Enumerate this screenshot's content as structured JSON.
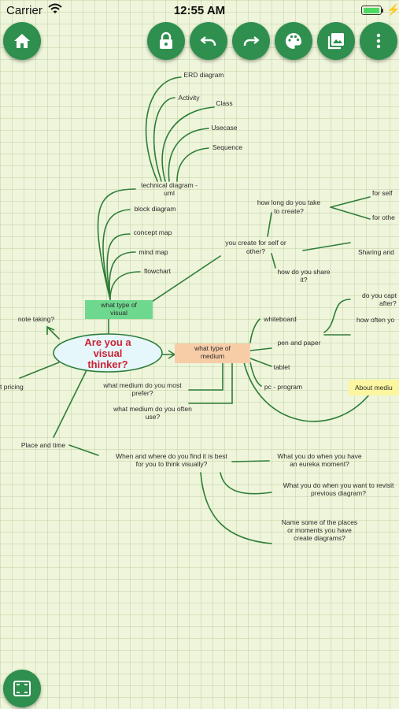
{
  "status": {
    "carrier": "Carrier",
    "time": "12:55 AM"
  },
  "toolbar": {
    "home": "home-icon",
    "lock": "lock-icon",
    "undo": "undo-icon",
    "redo": "redo-icon",
    "theme": "palette-icon",
    "gallery": "gallery-icon",
    "more": "more-vertical-icon",
    "fit": "fit-screen-icon"
  },
  "mindmap": {
    "root": [
      "Are you a",
      "visual",
      "thinker?"
    ],
    "visual_type": [
      "what type of",
      "visual"
    ],
    "technical": [
      "technical diagram -",
      "uml"
    ],
    "erd": "ERD diagram",
    "activity": "Activity",
    "class": "Class",
    "usecase": "Usecase",
    "sequence": "Sequence",
    "block": "block diagram",
    "concept": "concept map",
    "mind": "mind map",
    "flow": "flowchart",
    "create": [
      "you create for self or",
      "other?"
    ],
    "howlong": [
      "how long do you take",
      "to create?"
    ],
    "forself": "for self",
    "forother": "for othe",
    "sharing": "Sharing and",
    "howshare": [
      "how do you share",
      "it?"
    ],
    "medium": [
      "what type of",
      "medium"
    ],
    "whiteboard": "whiteboard",
    "penpaper": "pen and paper",
    "tablet": "tablet",
    "pc": "pc - program",
    "capture": [
      "do you capt",
      "after?"
    ],
    "howoften": "how often yo",
    "mostprefer": [
      "what medium do you most",
      "prefer?"
    ],
    "oftenuse": [
      "what medium do you often",
      "use?"
    ],
    "about": "About mediu",
    "notetaking": "note taking?",
    "pricing": "t pricing",
    "placetime": "Place and time",
    "whenwhere": [
      "When and where do you find it is best",
      "for you to think visually?"
    ],
    "eureka": [
      "What you do when you have",
      "an eureka moment?"
    ],
    "revisit": [
      "What you do when you want to revisit",
      "previous diagram?"
    ],
    "places": [
      "Name some of the places",
      "or moments you have",
      "create diagrams?"
    ]
  },
  "colors": {
    "fab": "#2f8f4e",
    "link": "#2f7d3a",
    "root_text": "#cc2233",
    "root_fill": "#e6f7fb",
    "visual_box": "#6fd88f",
    "medium_box": "#f7cda8",
    "about_box": "#fdf6a0"
  }
}
